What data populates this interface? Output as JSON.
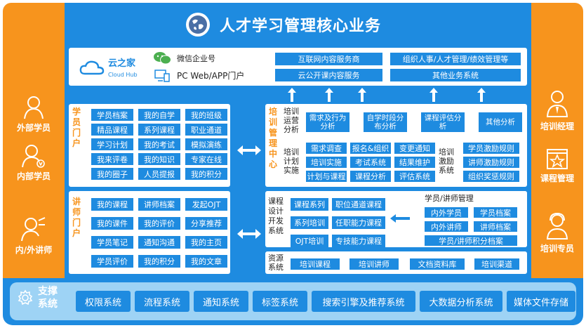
{
  "header": {
    "title": "人才学习管理核心业务"
  },
  "left_roles": [
    {
      "label": "外部学员",
      "icon": "user-outline-icon"
    },
    {
      "label": "内部学员",
      "icon": "user-v-badge-icon"
    },
    {
      "label": "内/外讲师",
      "icon": "lecturer-icon"
    }
  ],
  "right_roles": [
    {
      "label": "培训经理",
      "icon": "manager-icon"
    },
    {
      "label": "课程管理",
      "icon": "star-board-icon"
    },
    {
      "label": "培训专员",
      "icon": "headset-user-icon"
    }
  ],
  "portal_box": {
    "brand": "云之家",
    "brand_en": "Cloud Hub",
    "wechat": "微信企业号",
    "pc": "PC Web/APP门户",
    "services": [
      "互联网内容服务商",
      "组织人事/人才管理/绩效管理等",
      "云公开课内容服务",
      "其他业务系统"
    ]
  },
  "student_portal": {
    "label": "学员门户",
    "items": [
      "学员档案",
      "我的自学",
      "我的班级",
      "精品课程",
      "系列课程",
      "职业通道",
      "学习计划",
      "我的考试",
      "模拟演练",
      "我来评卷",
      "我的知识",
      "专家在线",
      "我的圈子",
      "人员提报",
      "我的积分"
    ]
  },
  "lecturer_portal": {
    "label": "讲师门户",
    "items": [
      "我的课程",
      "讲师档案",
      "发起OJT",
      "我的课件",
      "我的评价",
      "分享推荐",
      "学员笔记",
      "通知沟通",
      "我的主页",
      "学员评价",
      "我的积分",
      "我的文章"
    ]
  },
  "training_center": {
    "label": "培训管理中心",
    "ops_label": "培训运营分析",
    "ops_items": [
      "需求及行为分析",
      "自学时段分布分析",
      "课程评估分析",
      "其他分析"
    ],
    "plan_label": "培训计划实施",
    "plan_items": [
      "需求调查",
      "报名&组织",
      "变更通知",
      "培训实施",
      "考试系统",
      "结果维护",
      "计划与课程",
      "课程分析",
      "评估系统"
    ],
    "incentive_label": "培训激励系统",
    "incentive_items": [
      "学员激励规则",
      "讲师激励规则",
      "组织奖惩规则"
    ]
  },
  "course_system": {
    "label": "课程设计开发系统",
    "items": [
      "课程系列",
      "职位通道课程",
      "系列培训",
      "任职能力课程",
      "OJT培训",
      "专技能力课程"
    ]
  },
  "member_mgmt": {
    "label": "学员/讲师管理",
    "items": [
      "内外学员",
      "学员档案",
      "内外讲师",
      "讲师档案",
      "学员/讲师积分档案"
    ]
  },
  "resource_system": {
    "label": "资源系统",
    "items": [
      "培训课程",
      "培训讲师",
      "文档资料库",
      "培训渠道"
    ]
  },
  "support": {
    "label_1": "支撑",
    "label_2": "系统",
    "items": [
      "权限系统",
      "流程系统",
      "通知系统",
      "标签系统",
      "搜索引擎及推荐系统",
      "大数据分析系统",
      "媒体文件存储"
    ]
  },
  "colors": {
    "orange": "#F7941D",
    "blue": "#1E8BE0",
    "light_blue": "#9ED3F5"
  }
}
